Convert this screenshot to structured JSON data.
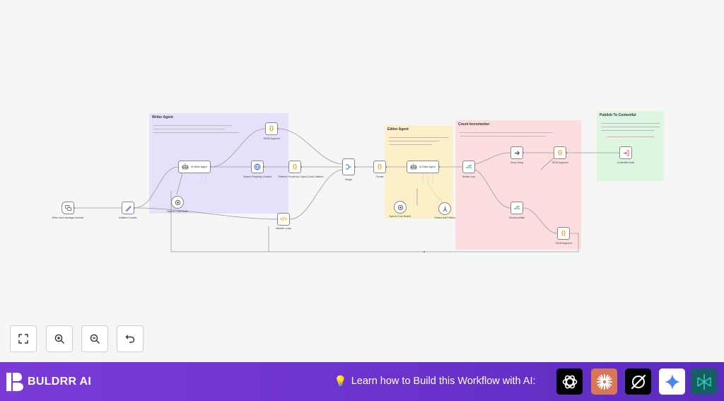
{
  "colors": {
    "footer_start": "#7b3ad7",
    "footer_end": "#5a2cbf",
    "writer_note": "#e5e1fb",
    "editor_note": "#fdf0c9",
    "counter_note": "#fcdde0",
    "publish_note": "#dcf6e2",
    "code_accent": "#f39c12"
  },
  "canvas": {
    "stickies": {
      "writer": {
        "title": "Writer Agent"
      },
      "editor": {
        "title": "Editor Agent"
      },
      "counter": {
        "title": "Count Incrementer"
      },
      "publish": {
        "title": "Publish To Contentful"
      }
    },
    "nodes": {
      "trigger": {
        "label": "When chat message received",
        "icon": "chat-icon"
      },
      "init": {
        "label": "Initialize Counter",
        "icon": "pencil-icon"
      },
      "writer_agent": {
        "label": "AI Writer Agent",
        "icon": "robot-icon"
      },
      "writer_model": {
        "label": "OpenAI Chat Model",
        "icon": "openai-icon"
      },
      "fetch_perplexity": {
        "label": "Search Perplexity Content",
        "icon": "globe-icon"
      },
      "code_top": {
        "label": "JSON Augment",
        "icon": "braces-icon"
      },
      "code_mid": {
        "label": "Retrieve Perplexity Output & Add Citations",
        "icon": "braces-icon"
      },
      "code_bottom": {
        "label": "Initialize Loops",
        "icon": "code-icon"
      },
      "merge": {
        "label": "Merge",
        "icon": "merge-icon"
      },
      "format": {
        "label": "Format",
        "icon": "braces-icon"
      },
      "editor_agent": {
        "label": "AI Editor Agent",
        "icon": "robot-icon"
      },
      "editor_model": {
        "label": "OpenAI Chat Model1",
        "icon": "openai-icon"
      },
      "editor_parser": {
        "label": "Extract and Publish",
        "icon": "parser-icon"
      },
      "iterate_loop": {
        "label": "Iterate Loop",
        "icon": "if-icon"
      },
      "keep_looping": {
        "label": "Keep Going",
        "icon": "arrow-right-icon"
      },
      "code_counter": {
        "label": "JSON Augment",
        "icon": "braces-icon"
      },
      "should_publish": {
        "label": "Should publish",
        "icon": "if-icon"
      },
      "code_final": {
        "label": "JSON Augment",
        "icon": "braces-icon"
      },
      "contentful": {
        "label": "Contentful Node",
        "icon": "login-icon"
      }
    }
  },
  "controls": {
    "fit": "fit-view-icon",
    "zoom_in": "zoom-in-icon",
    "zoom_out": "zoom-out-icon",
    "reset": "undo-icon"
  },
  "footer": {
    "brand": "BULDRR AI",
    "cta_icon": "💡",
    "cta": "Learn how to Build this Workflow with AI:",
    "ai_tools": [
      "chatgpt-icon",
      "claude-icon",
      "perplexity-icon",
      "gemini-icon",
      "deepseek-icon"
    ]
  }
}
